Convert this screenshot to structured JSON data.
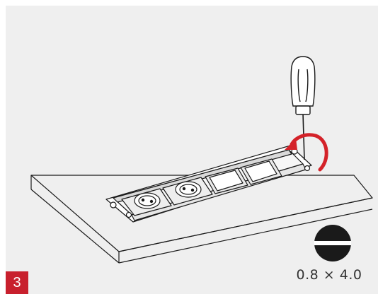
{
  "step": {
    "number": "3"
  },
  "tool": {
    "spec_label": "0.8 × 4.0",
    "icon": "flat-screwdriver-tip-icon"
  },
  "illustration": {
    "subject": "socket-strip-install",
    "arrow_color": "#d42229",
    "badge_color": "#c8202d",
    "line_color": "#1a1a1a"
  }
}
